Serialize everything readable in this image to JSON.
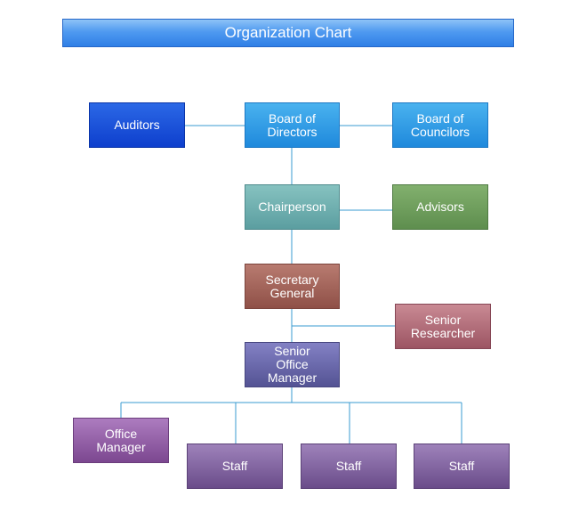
{
  "title": "Organization Chart",
  "nodes": {
    "auditors": "Auditors",
    "board_directors": "Board of\nDirectors",
    "board_councilors": "Board of\nCouncilors",
    "chairperson": "Chairperson",
    "advisors": "Advisors",
    "secretary_general": "Secretary\nGeneral",
    "senior_researcher": "Senior\nResearcher",
    "senior_office_manager": "Senior\nOffice\nManager",
    "office_manager": "Office\nManager",
    "staff_1": "Staff",
    "staff_2": "Staff",
    "staff_3": "Staff"
  },
  "colors": {
    "connector": "#3a9bd0"
  }
}
